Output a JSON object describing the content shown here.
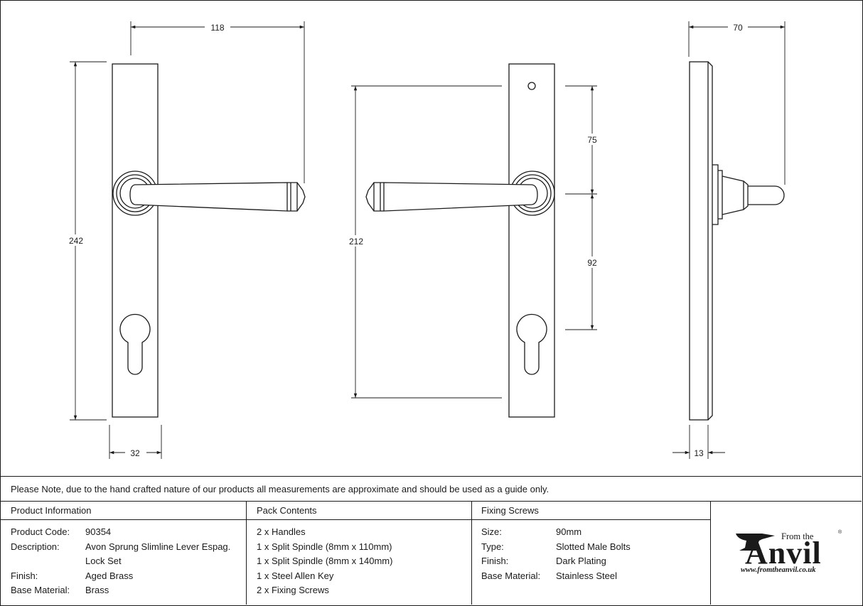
{
  "dimensions": {
    "overall_width": "118",
    "plate_height": "242",
    "plate_width": "32",
    "fixing_centres": "212",
    "hole_to_spindle": "75",
    "spindle_to_cylinder": "92",
    "projection": "70",
    "plate_depth": "13"
  },
  "note": "Please Note, due to the hand crafted nature of our products all measurements are approximate and should be used as a guide only.",
  "product_information": {
    "heading": "Product Information",
    "rows": [
      {
        "label": "Product Code:",
        "value": "90354"
      },
      {
        "label": "Description:",
        "value": "Avon Sprung Slimline Lever Espag."
      },
      {
        "label": "",
        "value": "Lock Set"
      },
      {
        "label": "Finish:",
        "value": "Aged Brass"
      },
      {
        "label": "Base Material:",
        "value": "Brass"
      }
    ]
  },
  "pack_contents": {
    "heading": "Pack Contents",
    "items": [
      "2 x Handles",
      "1 x Split Spindle (8mm x 110mm)",
      "1 x Split Spindle (8mm x 140mm)",
      "1 x Steel Allen Key",
      "2 x Fixing Screws"
    ]
  },
  "fixing_screws": {
    "heading": "Fixing Screws",
    "rows": [
      {
        "label": "Size:",
        "value": "90mm"
      },
      {
        "label": "Type:",
        "value": "Slotted Male Bolts"
      },
      {
        "label": "Finish:",
        "value": "Dark Plating"
      },
      {
        "label": "Base Material:",
        "value": "Stainless Steel"
      }
    ]
  },
  "logo": {
    "from_the": "From the",
    "registered": "®",
    "brand": "Anvil",
    "url": "www.fromtheanvil.co.uk"
  },
  "colors": {
    "line": "#1a1a1a",
    "background": "#ffffff"
  }
}
